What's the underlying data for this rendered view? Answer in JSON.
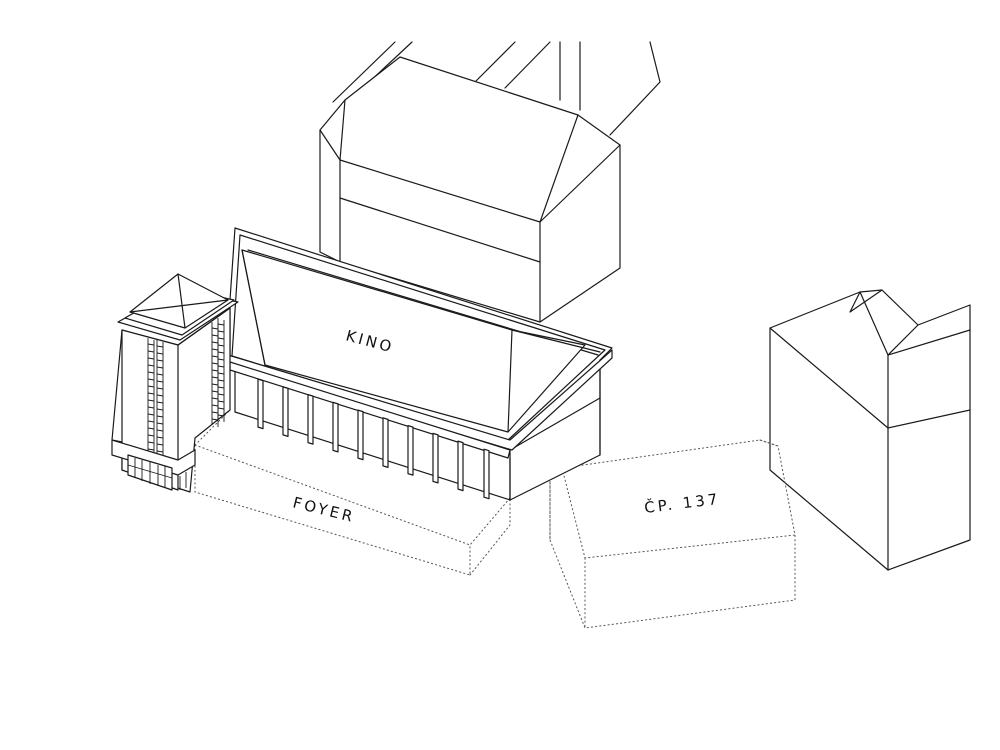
{
  "labels": {
    "kino": "KINO",
    "foyer": "FOYER",
    "cp": "ČP. 137"
  },
  "colors": {
    "line": "#1a1a1a",
    "dotted": "#555555",
    "background": "#ffffff"
  }
}
